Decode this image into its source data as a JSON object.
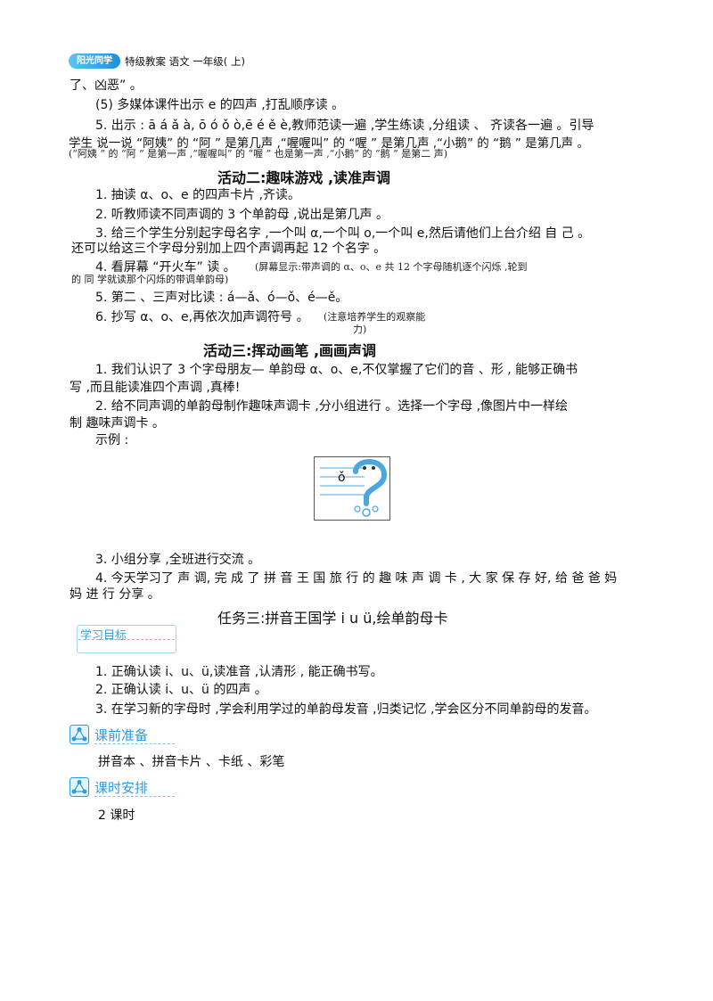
{
  "header": {
    "logo_text": "阳光同学",
    "title": "特级教案  语文  一年级( 上)"
  },
  "lines": {
    "l1": "了、凶恶” 。",
    "l2": "(5) 多媒体课件出示  e 的四声 ,打乱顺序读 。",
    "l3": "5. 出示 : ā á ǎ à, ō ó ǒ ò,ē é ě è,教师范读一遍 ,学生练读 ,分组读 、 齐读各一遍 。引导",
    "l4": "学生 说一说 “阿姨” 的  “阿 ” 是第几声 ,“喔喔叫” 的  “喔 ” 是第几声 ,“小鹅” 的  “鹅 ” 是第几声 。",
    "l5": "(“阿姨 ” 的  “阿  ” 是第一声 ,“喔喔叫” 的  “喔  ” 也是第一声 ,“小鹅” 的  “鹅  ” 是第二 声)",
    "h1": "活动二:趣味游戏 ,读准声调",
    "a1": "1. 抽读  α、o、e 的四声卡片 ,齐读。",
    "a2": "2.  听教师读不同声调的  3 个单韵母 ,说出是第几声 。",
    "a3a": "3. 给三个学生分别起字母名字 ,一个叫  α,一个叫  o,一个叫  e,然后请他们上台介绍 自 己 。",
    "a3b": "还可以给这三个字母分别加上四个声调再起  12 个名字 。",
    "a4a": "4. 看屏幕  “开火车” 读 。",
    "a4note": "(屏幕显示:带声调的   α、o、e 共  12 个字母随机逐个闪烁 ,轮到",
    "a4b": "的  同  学就读那个闪烁的带调单韵母)",
    "a5": "5. 第二 、三声对比读 : á—ǎ、ó—ǒ、é—ě。",
    "a6": "6. 抄写  α、o、e,再依次加声调符号 。",
    "a6note1": "(注意培养学生的观察能",
    "a6note2": "力)",
    "h2": "活动三:挥动画笔 ,画画声调",
    "b1a": "1. 我们认识了  3 个字母朋友— 单韵母  α、o、e,不仅掌握了它们的音 、形 , 能够正确书",
    "b1b": "写 ,而且能读准四个声调 ,真棒!",
    "b2a": "2. 给不同声调的单韵母制作趣味声调卡 ,分小组进行 。选择一个字母 ,像图片中一样绘",
    "b2b": "制  趣味声调卡 。",
    "b2c": "示例 :",
    "fig_letter": "ǒ",
    "b3": "3. 小组分享 ,全班进行交流 。",
    "b4a": "4. 今天学习了 声 调, 完 成 了 拼 音 王 国 旅 行 的 趣 味 声 调 卡 , 大 家 保 存 好, 给 爸 爸 妈",
    "b4b": "妈 进 行 分享 。",
    "h3": "任务三:拼音王国学  i u ü,绘单韵母卡",
    "banner": "学习目标",
    "c1": "1. 正确认读  i、u、ü,读准音 ,认清形 , 能正确书写。",
    "c2": "2. 正确认读  i、u、ü 的四声 。",
    "c3": "3. 在学习新的字母时 ,学会利用学过的单韵母发音 ,归类记忆 ,学会区分不同单韵母的发音。",
    "s1": "课前准备",
    "s1text": "拼音本 、拼音卡片 、卡纸 、彩笔",
    "s2": "课时安排",
    "s2text": "2 课时"
  },
  "colors": {
    "accent": "#2e9bdc",
    "figure_blue": "#4aa8dc"
  }
}
